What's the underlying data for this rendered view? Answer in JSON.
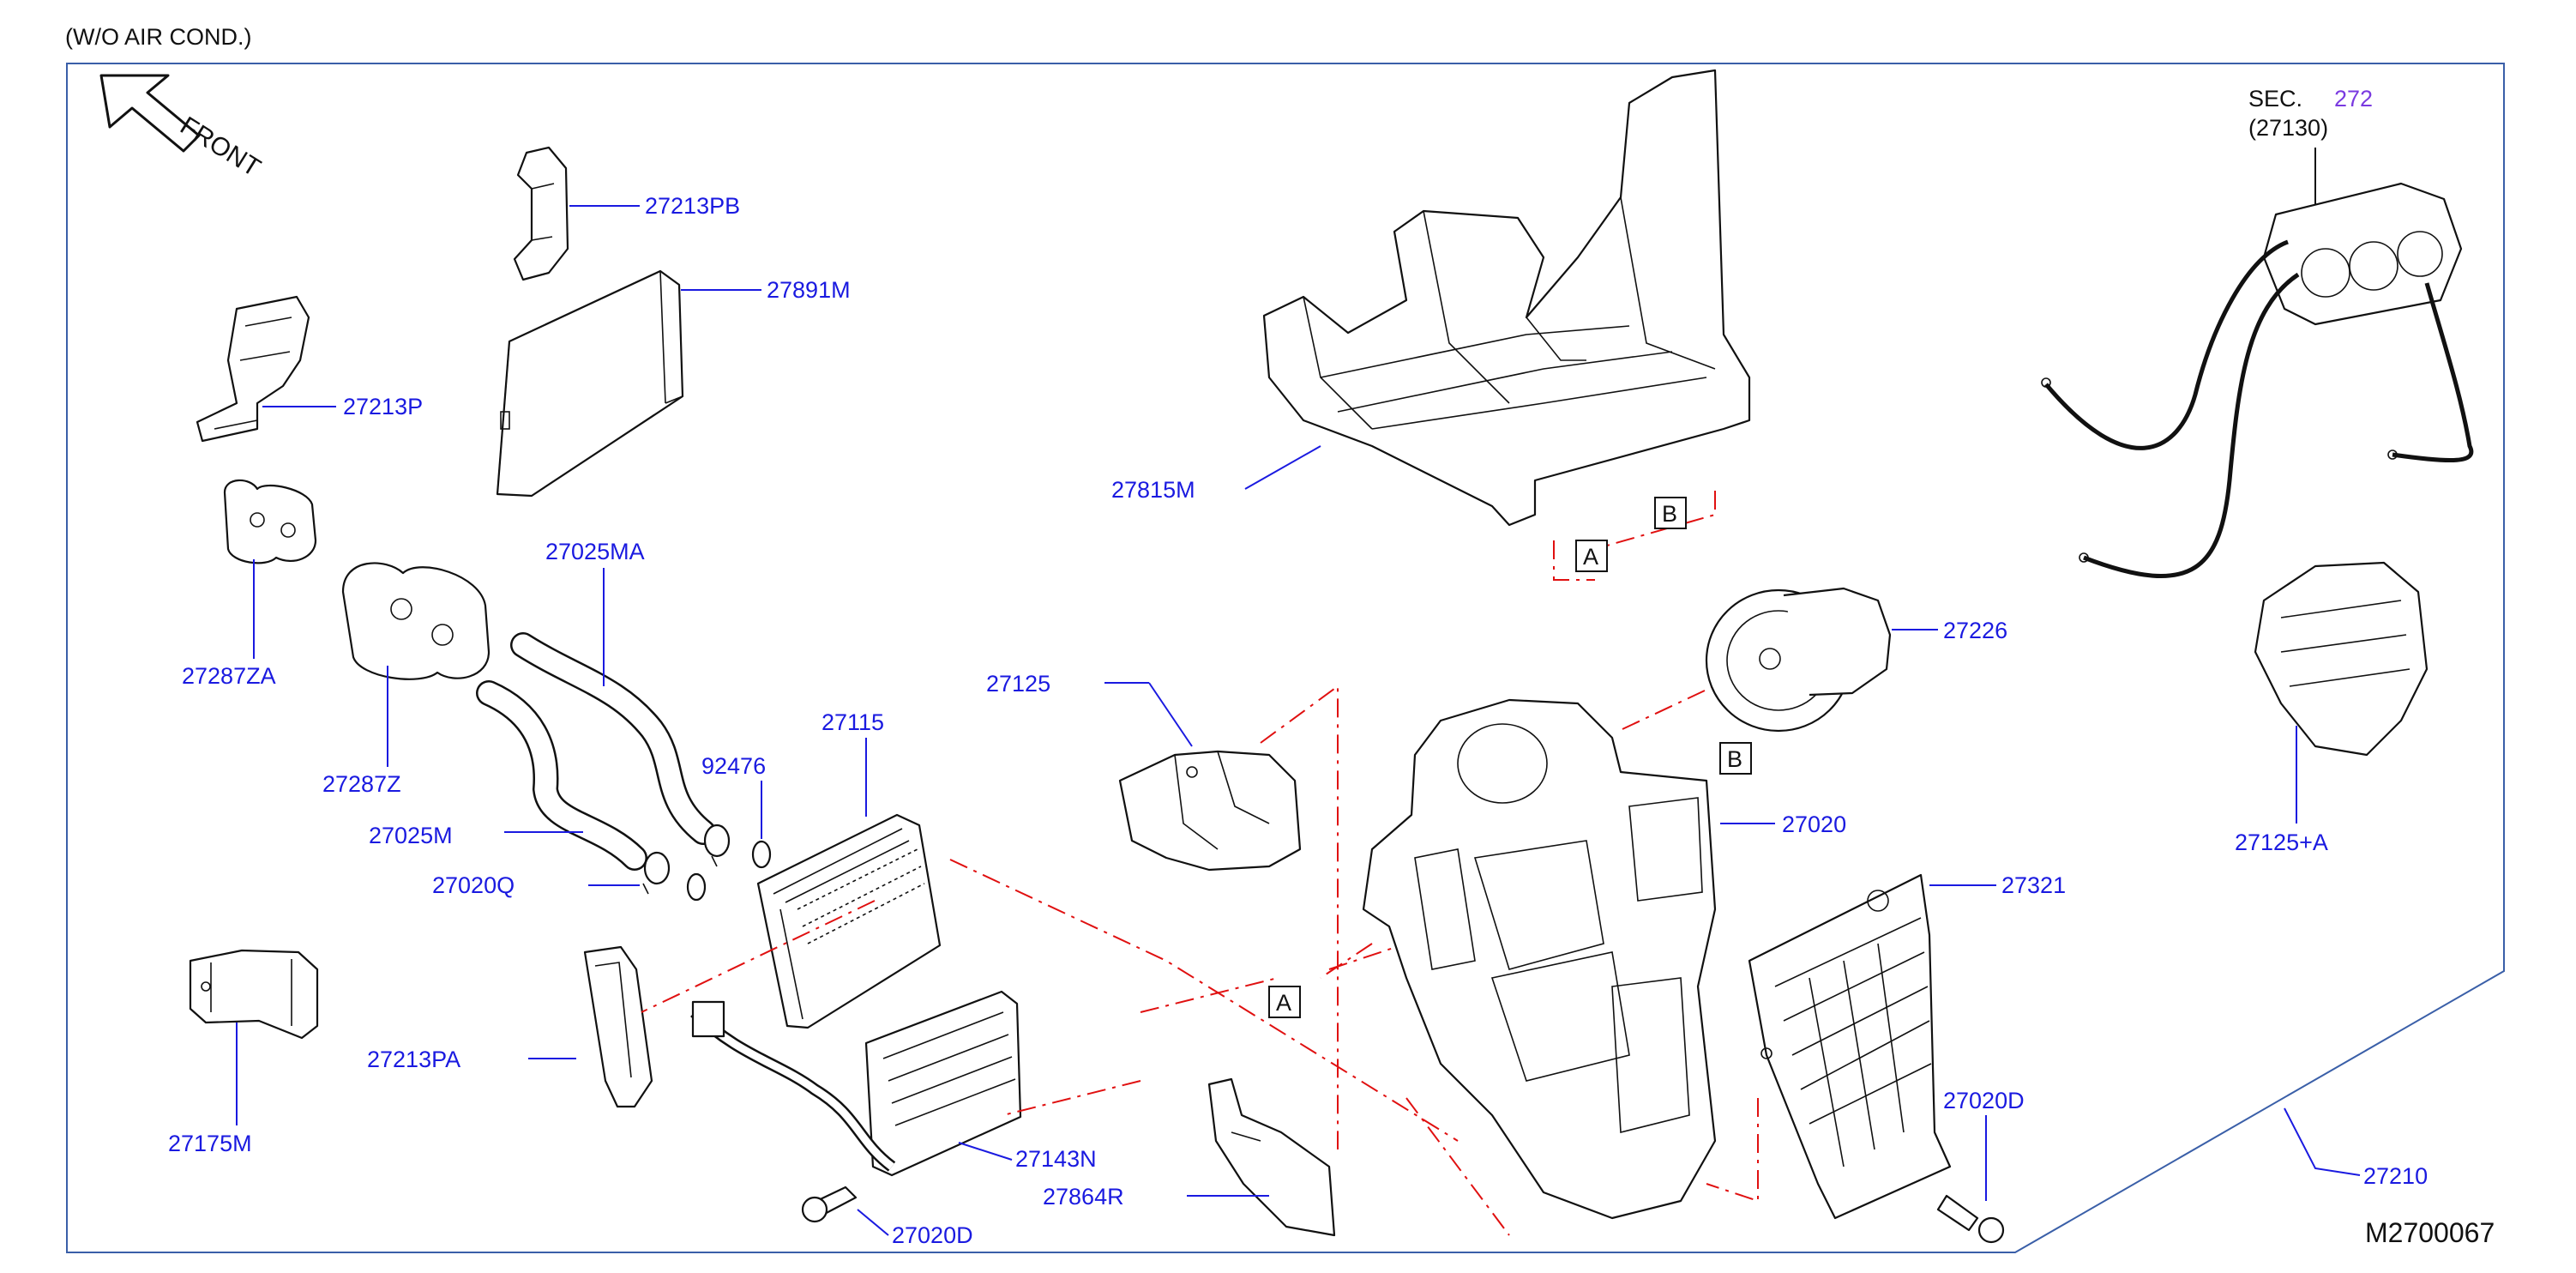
{
  "header": {
    "note": "(W/O   AIR   COND.)"
  },
  "front_label": "FRONT",
  "section_ref": {
    "prefix": "SEC.",
    "number": "272",
    "sub": "(27130)"
  },
  "diagram_code": "M2700067",
  "ref_markers": {
    "a": "A",
    "b": "B"
  },
  "parts": {
    "p27213PB": "27213PB",
    "p27891M": "27891M",
    "p27213P": "27213P",
    "p27287ZA": "27287ZA",
    "p27287Z": "27287Z",
    "p27025MA": "27025MA",
    "p27025M": "27025M",
    "p27020Q": "27020Q",
    "p92476": "92476",
    "p27115": "27115",
    "p27213PA": "27213PA",
    "p27175M": "27175M",
    "p27143N": "27143N",
    "p27020D_left": "27020D",
    "p27864R": "27864R",
    "p27125": "27125",
    "p27815M": "27815M",
    "p27226": "27226",
    "p27020": "27020",
    "p27321": "27321",
    "p27020D_right": "27020D",
    "p27210": "27210",
    "p27125A": "27125+A"
  },
  "colors": {
    "label": "#1a1ae0",
    "section_number": "#7a3ae0",
    "guide": "#e01010",
    "outline": "#111111"
  }
}
